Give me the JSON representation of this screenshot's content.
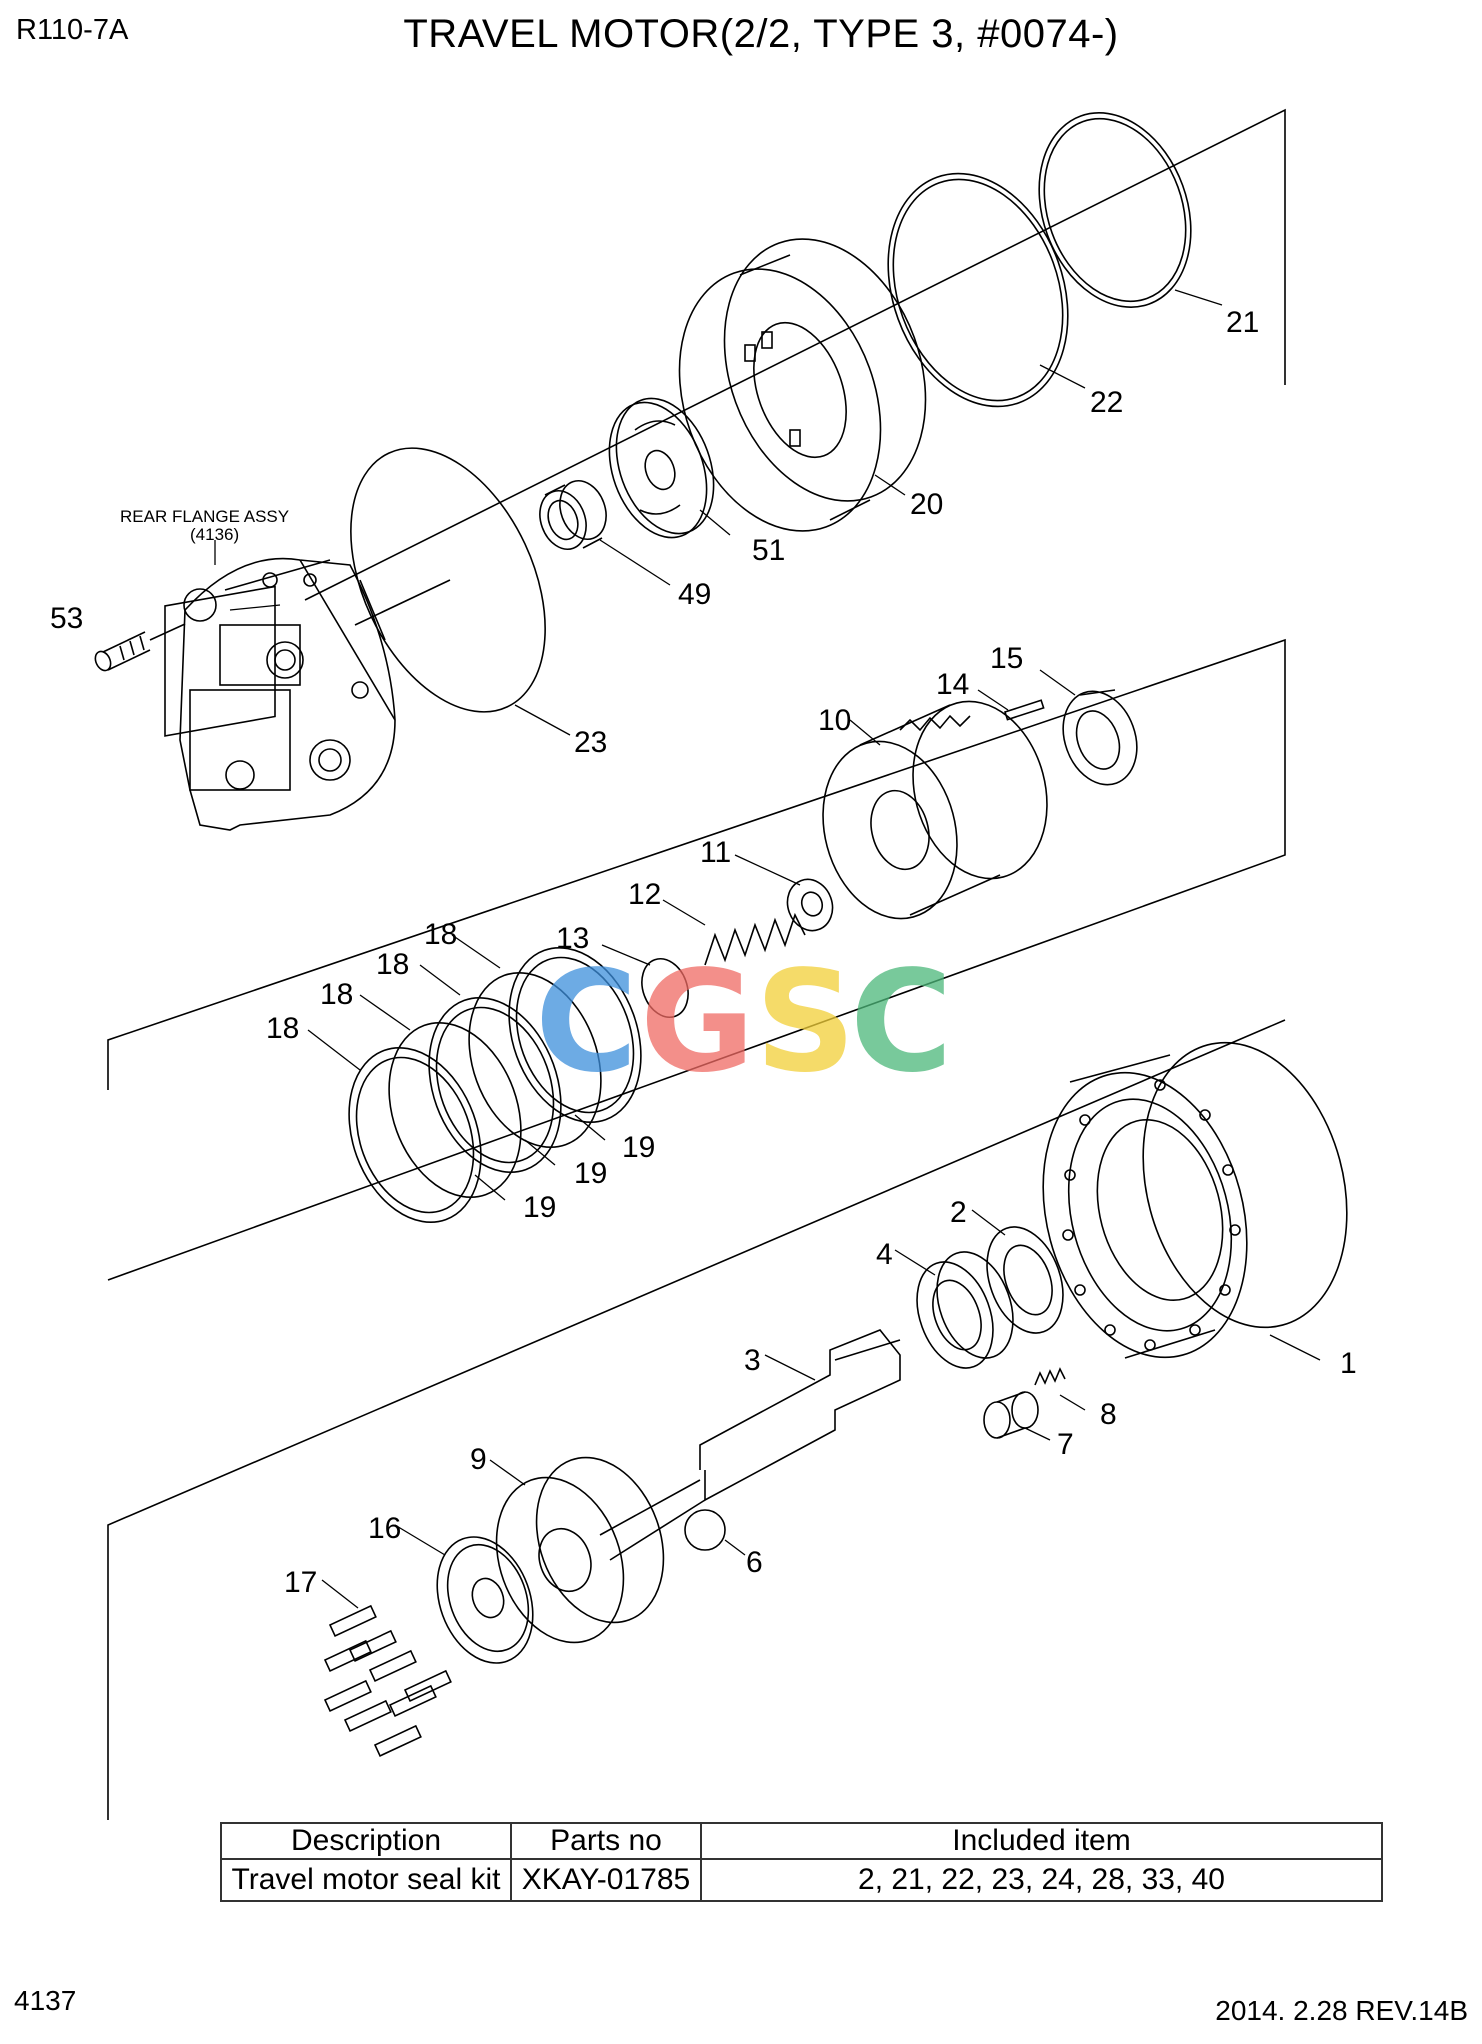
{
  "header": {
    "model": "R110-7A",
    "title": "TRAVEL MOTOR(2/2, TYPE 3, #0074-)"
  },
  "subassembly": {
    "name": "REAR FLANGE ASSY",
    "ref": "(4136)"
  },
  "callouts": {
    "c1": "1",
    "c2": "2",
    "c3": "3",
    "c4": "4",
    "c6": "6",
    "c7": "7",
    "c8": "8",
    "c9": "9",
    "c10": "10",
    "c11": "11",
    "c12": "12",
    "c13": "13",
    "c14": "14",
    "c15": "15",
    "c16": "16",
    "c17": "17",
    "c18a": "18",
    "c18b": "18",
    "c18c": "18",
    "c18d": "18",
    "c19a": "19",
    "c19b": "19",
    "c19c": "19",
    "c20": "20",
    "c21": "21",
    "c22": "22",
    "c23": "23",
    "c49": "49",
    "c51": "51",
    "c53": "53"
  },
  "watermark": {
    "letters": [
      "C",
      "G",
      "S",
      "C"
    ],
    "colors": [
      "#3d8fdc",
      "#ef6a63",
      "#f2cf38",
      "#4cb87a"
    ]
  },
  "kit_table": {
    "headers": [
      "Description",
      "Parts no",
      "Included item"
    ],
    "rows": [
      [
        "Travel motor seal kit",
        "XKAY-01785",
        "2, 21, 22, 23, 24, 28, 33, 40"
      ]
    ]
  },
  "footer": {
    "page": "4137",
    "revision": "2014. 2.28  REV.14B"
  }
}
